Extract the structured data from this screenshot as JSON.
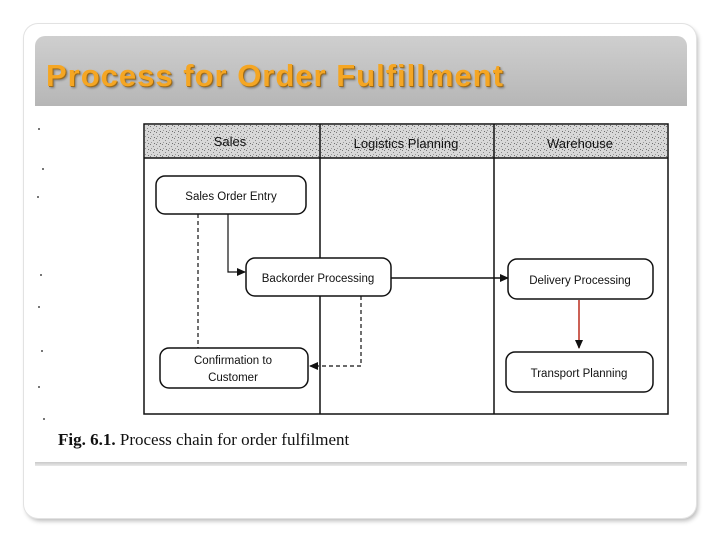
{
  "slide": {
    "title": "Process for Order Fulfillment",
    "caption": {
      "label": "Fig. 6.1.",
      "text": "Process chain for order fulfilment"
    }
  },
  "diagram": {
    "lanes": [
      "Sales",
      "Logistics Planning",
      "Warehouse"
    ],
    "steps": {
      "sales_order_entry": "Sales Order Entry",
      "backorder_processing": "Backorder Processing",
      "delivery_processing": "Delivery Processing",
      "confirmation_line1": "Confirmation to",
      "confirmation_line2": "Customer",
      "transport_planning": "Transport Planning"
    },
    "flows": [
      {
        "from": "Sales Order Entry",
        "to": "Backorder Processing",
        "style": "solid"
      },
      {
        "from": "Sales Order Entry",
        "to": "Confirmation to Customer",
        "style": "dashed"
      },
      {
        "from": "Backorder Processing",
        "to": "Delivery Processing",
        "style": "solid"
      },
      {
        "from": "Backorder Processing",
        "to": "Confirmation to Customer",
        "style": "dashed"
      },
      {
        "from": "Delivery Processing",
        "to": "Transport Planning",
        "style": "solid"
      }
    ],
    "colors": {
      "title_orange": "#f5a623",
      "title_bar_gray": "#c4c4c4",
      "lane_header_fill": "#d6d6d6",
      "arrow_red": "#c0392b"
    }
  }
}
